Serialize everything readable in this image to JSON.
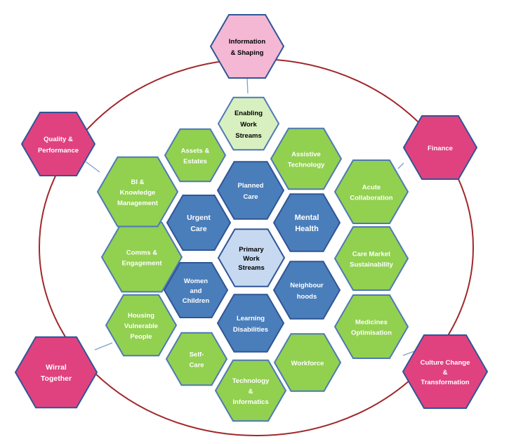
{
  "diagram": {
    "core": {
      "lines": [
        "Primary",
        "Work",
        "Streams"
      ]
    },
    "enabling_core": {
      "lines": [
        "Enabling",
        "Work",
        "Streams"
      ]
    },
    "primary_streams": [
      {
        "id": "planned-care",
        "lines": [
          "Planned",
          "Care"
        ]
      },
      {
        "id": "mental-health",
        "lines": [
          "Mental",
          "Health"
        ]
      },
      {
        "id": "neighbourhoods",
        "lines": [
          "Neighbour",
          "hoods"
        ]
      },
      {
        "id": "learning-disabilities",
        "lines": [
          "Learning",
          "Disabilities"
        ]
      },
      {
        "id": "women-and-children",
        "lines": [
          "Women",
          "and",
          "Children"
        ]
      },
      {
        "id": "urgent-care",
        "lines": [
          "Urgent",
          "Care"
        ]
      }
    ],
    "enabling_streams": [
      {
        "id": "assets-estates",
        "lines": [
          "Assets &",
          "Estates"
        ]
      },
      {
        "id": "assistive-technology",
        "lines": [
          "Assistive",
          "Technology"
        ]
      },
      {
        "id": "acute-collaboration",
        "lines": [
          "Acute",
          "Collaboration"
        ]
      },
      {
        "id": "care-market-sustainability",
        "lines": [
          "Care Market",
          "Sustainability"
        ]
      },
      {
        "id": "medicines-optimisation",
        "lines": [
          "Medicines",
          "Optimisation"
        ]
      },
      {
        "id": "workforce",
        "lines": [
          "Workforce"
        ]
      },
      {
        "id": "technology-informatics",
        "lines": [
          "Technology",
          "&",
          "Informatics"
        ]
      },
      {
        "id": "self-care",
        "lines": [
          "Self-",
          "Care"
        ]
      },
      {
        "id": "housing-vulnerable-people",
        "lines": [
          "Housing",
          "Vulnerable",
          "People"
        ]
      },
      {
        "id": "comms-engagement",
        "lines": [
          "Comms &",
          "Engagement"
        ]
      },
      {
        "id": "bi-knowledge-management",
        "lines": [
          "BI &",
          "Knowledge",
          "Management"
        ]
      }
    ],
    "outer_themes": [
      {
        "id": "information-shaping",
        "lines": [
          "Information",
          "& Shaping"
        ]
      },
      {
        "id": "finance",
        "lines": [
          "Finance"
        ]
      },
      {
        "id": "culture-change-transformation",
        "lines": [
          "Culture Change",
          "&",
          "Transformation"
        ]
      },
      {
        "id": "wirral-together",
        "lines": [
          "Wirral",
          "Together"
        ]
      },
      {
        "id": "quality-performance",
        "lines": [
          "Quality &",
          "Performance"
        ]
      }
    ],
    "colors": {
      "primary_fill": "#4a7ebb",
      "primary_stroke": "#2f5597",
      "core_fill": "#c6d9f1",
      "enabling_fill": "#92d050",
      "enabling_core_fill": "#d8f0c0",
      "green_stroke": "#4e79b5",
      "magenta_fill": "#e0427f",
      "pink_fill": "#f4b8d4",
      "outer_stroke": "#2f5597",
      "circle": "#a0282c",
      "connector": "#7f9fcf"
    }
  }
}
